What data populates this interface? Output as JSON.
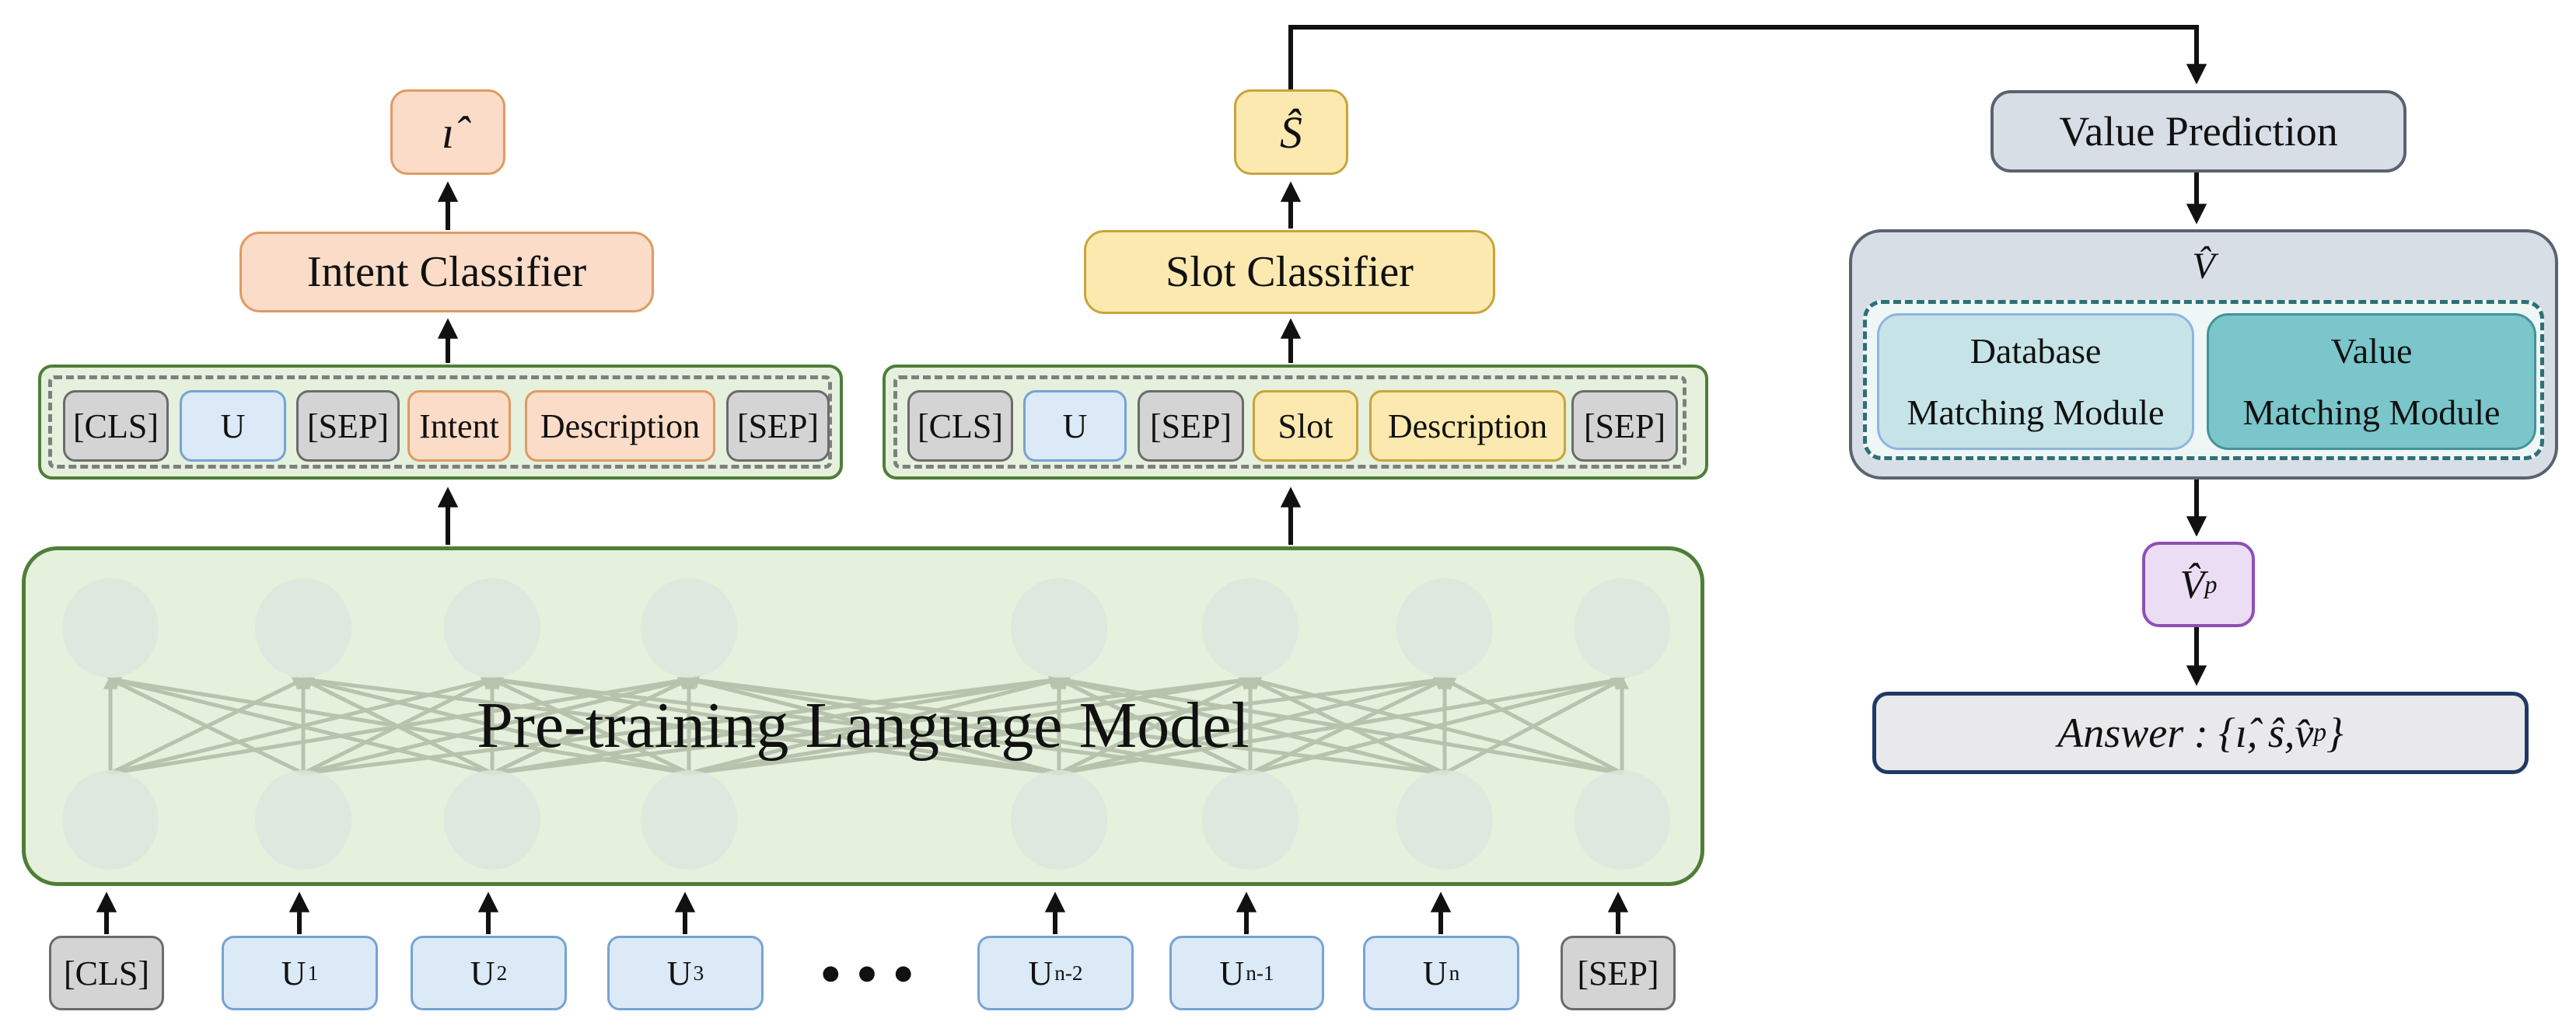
{
  "colors": {
    "intent_fill": "#fadcc8",
    "intent_border": "#e09a62",
    "slot_fill": "#fbe9b0",
    "slot_border": "#c9a43b",
    "special_fill": "#d4d4d4",
    "special_border": "#6b6b6b",
    "utterance_fill": "#dce9f6",
    "utterance_border": "#76a3d3",
    "green_fill": "#e5f0dd",
    "green_border": "#4f7e38",
    "gray_panel_fill": "#d8dee6",
    "gray_panel_border": "#5a6370",
    "db_fill": "#c6e4e7",
    "db_border": "#8fb4e3",
    "vm_fill": "#7ac6ca",
    "vm_border": "#44939b",
    "teal_dash_fill": "#eef7f6",
    "teal_dash_border": "#2e6f78",
    "vp_fill": "#ebddf3",
    "vp_border": "#8e4fb5",
    "answer_fill": "#e9e9eb",
    "answer_border": "#203864",
    "dashed_gray": "#7f7f7f",
    "net_line": "#b7c3ac",
    "net_node": "#dce8de",
    "arrow": "#111111"
  },
  "intent_branch": {
    "output_symbol": "ı̂",
    "classifier_label": "Intent Classifier",
    "tokens": [
      {
        "label": "[CLS]",
        "type": "special"
      },
      {
        "label": "U",
        "type": "utterance"
      },
      {
        "label": "[SEP]",
        "type": "special"
      },
      {
        "label": "Intent",
        "type": "intent"
      },
      {
        "label": "Description",
        "type": "intent"
      },
      {
        "label": "[SEP]",
        "type": "special"
      }
    ]
  },
  "slot_branch": {
    "output_symbol": "Ŝ",
    "classifier_label": "Slot Classifier",
    "tokens": [
      {
        "label": "[CLS]",
        "type": "special"
      },
      {
        "label": "U",
        "type": "utterance"
      },
      {
        "label": "[SEP]",
        "type": "special"
      },
      {
        "label": "Slot",
        "type": "slot"
      },
      {
        "label": "Description",
        "type": "slot"
      },
      {
        "label": "[SEP]",
        "type": "special"
      }
    ]
  },
  "value_branch": {
    "prediction_label": "Value Prediction",
    "aggregate_symbol": "V̂",
    "modules": [
      {
        "line1": "Database",
        "line2": "Matching Module"
      },
      {
        "line1": "Value",
        "line2": "Matching Module"
      }
    ],
    "predicted_symbol": {
      "base": "V̂",
      "sub": "p"
    },
    "answer": {
      "prefix": "Answer : {ı̂, ŝ, ",
      "value_base": "v̂",
      "value_sub": "p",
      "suffix": "}"
    }
  },
  "plm_label": "Pre-training Language Model",
  "input_tokens": [
    {
      "base": "[CLS]",
      "sub": "",
      "type": "special"
    },
    {
      "base": "U",
      "sub": "1",
      "type": "utterance"
    },
    {
      "base": "U",
      "sub": "2",
      "type": "utterance"
    },
    {
      "base": "U",
      "sub": "3",
      "type": "utterance"
    },
    {
      "base": "U",
      "sub": "n-2",
      "type": "utterance"
    },
    {
      "base": "U",
      "sub": "n-1",
      "type": "utterance"
    },
    {
      "base": "U",
      "sub": "n",
      "type": "utterance"
    },
    {
      "base": "[SEP]",
      "sub": "",
      "type": "special"
    }
  ],
  "ellipsis": "●●●"
}
